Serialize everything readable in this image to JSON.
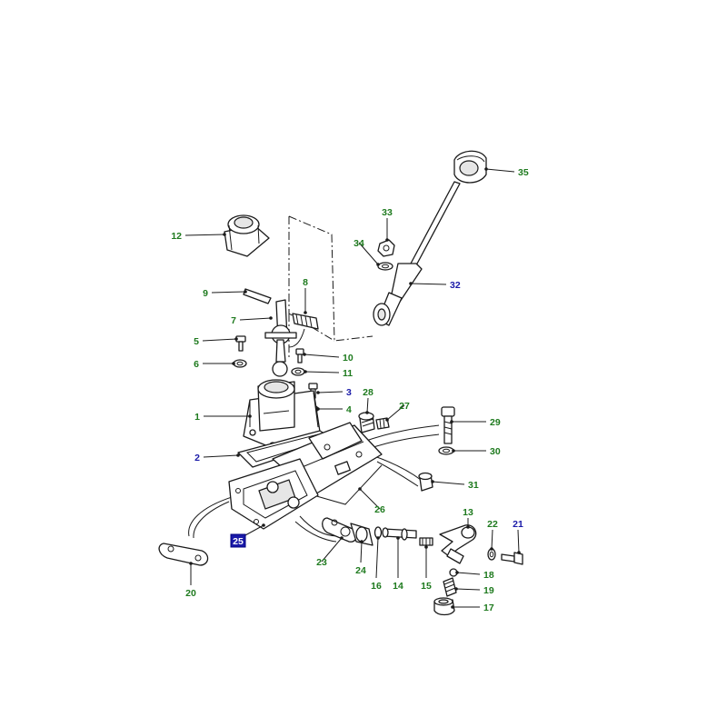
{
  "diagram": {
    "callouts": [
      {
        "id": "1",
        "color": "green"
      },
      {
        "id": "2",
        "color": "blue"
      },
      {
        "id": "3",
        "color": "blue"
      },
      {
        "id": "4",
        "color": "green"
      },
      {
        "id": "5",
        "color": "green"
      },
      {
        "id": "6",
        "color": "green"
      },
      {
        "id": "7",
        "color": "green"
      },
      {
        "id": "8",
        "color": "green"
      },
      {
        "id": "9",
        "color": "green"
      },
      {
        "id": "10",
        "color": "green"
      },
      {
        "id": "11",
        "color": "green"
      },
      {
        "id": "12",
        "color": "green"
      },
      {
        "id": "13",
        "color": "green"
      },
      {
        "id": "14",
        "color": "green"
      },
      {
        "id": "15",
        "color": "green"
      },
      {
        "id": "16",
        "color": "green"
      },
      {
        "id": "17",
        "color": "green"
      },
      {
        "id": "18",
        "color": "green"
      },
      {
        "id": "19",
        "color": "green"
      },
      {
        "id": "20",
        "color": "green"
      },
      {
        "id": "21",
        "color": "blue"
      },
      {
        "id": "22",
        "color": "green"
      },
      {
        "id": "23",
        "color": "green"
      },
      {
        "id": "24",
        "color": "green"
      },
      {
        "id": "25",
        "color": "highlight"
      },
      {
        "id": "26",
        "color": "green"
      },
      {
        "id": "27",
        "color": "green"
      },
      {
        "id": "28",
        "color": "green"
      },
      {
        "id": "29",
        "color": "green"
      },
      {
        "id": "30",
        "color": "green"
      },
      {
        "id": "31",
        "color": "green"
      },
      {
        "id": "32",
        "color": "blue"
      },
      {
        "id": "33",
        "color": "green"
      },
      {
        "id": "34",
        "color": "green"
      },
      {
        "id": "35",
        "color": "green"
      }
    ],
    "colors": {
      "green": "#1e7a1e",
      "blue": "#1a1aa8",
      "highlight": "#1a1aa8",
      "line": "#1a1a1a"
    }
  }
}
